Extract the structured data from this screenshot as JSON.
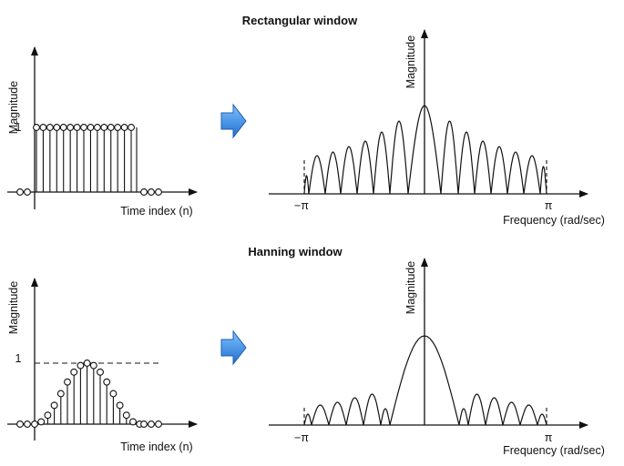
{
  "colors": {
    "ink": "#111111",
    "arrow_fill": "#3a8ee6",
    "arrow_edge": "#1f5fb0"
  },
  "top_panel": {
    "title": "Rectangular window",
    "time_plot": {
      "ylabel": "Magnitude",
      "xlabel": "Time index (n)",
      "one_label": "1"
    },
    "freq_plot": {
      "ylabel": "Magnitude",
      "xlabel": "Frequency (rad/sec)",
      "minus_pi": "−π",
      "pi": "π"
    },
    "arrow_icon": "right-arrow-icon"
  },
  "bottom_panel": {
    "title": "Hanning window",
    "time_plot": {
      "ylabel": "Magnitude",
      "xlabel": "Time index (n)",
      "one_label": "1"
    },
    "freq_plot": {
      "ylabel": "Magnitude",
      "xlabel": "Frequency (rad/sec)",
      "minus_pi": "−π",
      "pi": "π"
    },
    "arrow_icon": "right-arrow-icon"
  }
}
